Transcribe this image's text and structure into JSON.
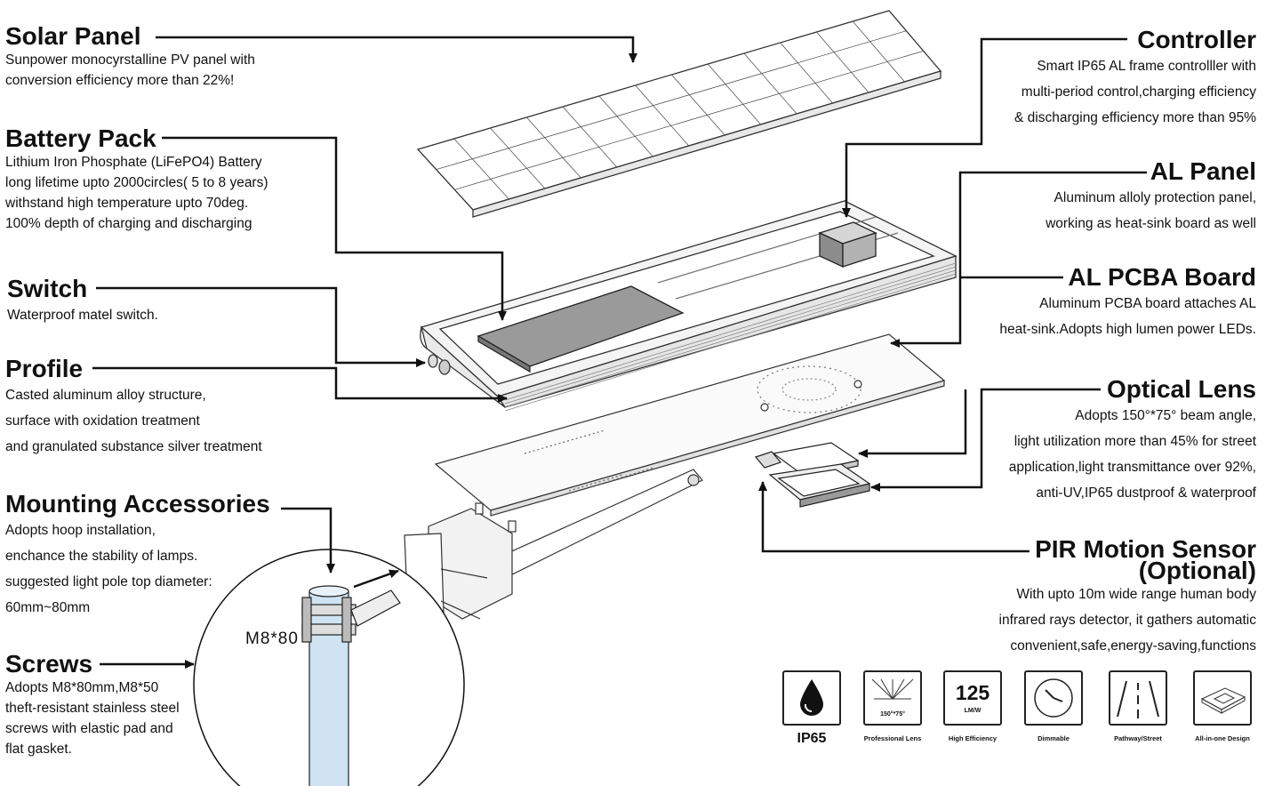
{
  "labels": {
    "solar_panel": {
      "title": "Solar Panel",
      "desc": "Sunpower monocyrstalline PV panel with\nconversion efficiency more than 22%!"
    },
    "battery_pack": {
      "title": "Battery Pack",
      "desc": "Lithium Iron Phosphate (LiFePO4) Battery\nlong lifetime upto 2000circles( 5 to 8 years)\nwithstand high temperature upto 70deg.\n100% depth of charging and discharging"
    },
    "switch": {
      "title": "Switch",
      "desc": "Waterproof matel switch."
    },
    "profile": {
      "title": "Profile",
      "desc": "Casted aluminum alloy structure,\nsurface with oxidation treatment\nand granulated substance silver treatment"
    },
    "mounting": {
      "title": "Mounting Accessories",
      "desc": "Adopts  hoop installation,\nenchance the stability of lamps.\nsuggested light pole top diameter:\n60mm~80mm"
    },
    "screws": {
      "title": "Screws",
      "desc": "Adopts M8*80mm,M8*50\ntheft-resistant stainless steel\nscrews with elastic pad and\nflat gasket."
    },
    "controller": {
      "title": "Controller",
      "desc": "Smart IP65 AL frame controlller with\nmulti-period control,charging efficiency\n& discharging efficiency more than 95%"
    },
    "al_panel": {
      "title": "AL Panel",
      "desc": "Aluminum alloly protection panel,\nworking as heat-sink board as well"
    },
    "al_pcba": {
      "title": "AL PCBA Board",
      "desc": "Aluminum PCBA board attaches AL\nheat-sink.Adopts high lumen power LEDs."
    },
    "optical_lens": {
      "title": "Optical Lens",
      "desc": "Adopts 150°*75° beam angle,\nlight utilization more than 45% for street\napplication,light transmittance over 92%,\nanti-UV,IP65 dustproof & waterproof"
    },
    "pir": {
      "title": "PIR Motion Sensor\n(Optional)",
      "desc": "With upto 10m wide range human body\ninfrared rays detector, it gathers automatic\nconvenient,safe,energy-saving,functions"
    }
  },
  "callout_screw_size": "M8*80",
  "features": [
    {
      "icon": "water-drop-icon",
      "caption": "IP65"
    },
    {
      "icon": "lens-icon",
      "badge": "150°*75°",
      "caption": "Professional Lens"
    },
    {
      "icon": "efficiency-icon",
      "value": "125",
      "unit": "LM/W",
      "caption": "High Efficiency"
    },
    {
      "icon": "clock-icon",
      "caption": "Dimmable"
    },
    {
      "icon": "road-icon",
      "caption": "Pathway/Street"
    },
    {
      "icon": "all-in-one-icon",
      "caption": "All-in-one Design"
    }
  ],
  "colors": {
    "ink": "#111111",
    "battery": "#9a9a9a",
    "pole": "#cfe3f2"
  }
}
